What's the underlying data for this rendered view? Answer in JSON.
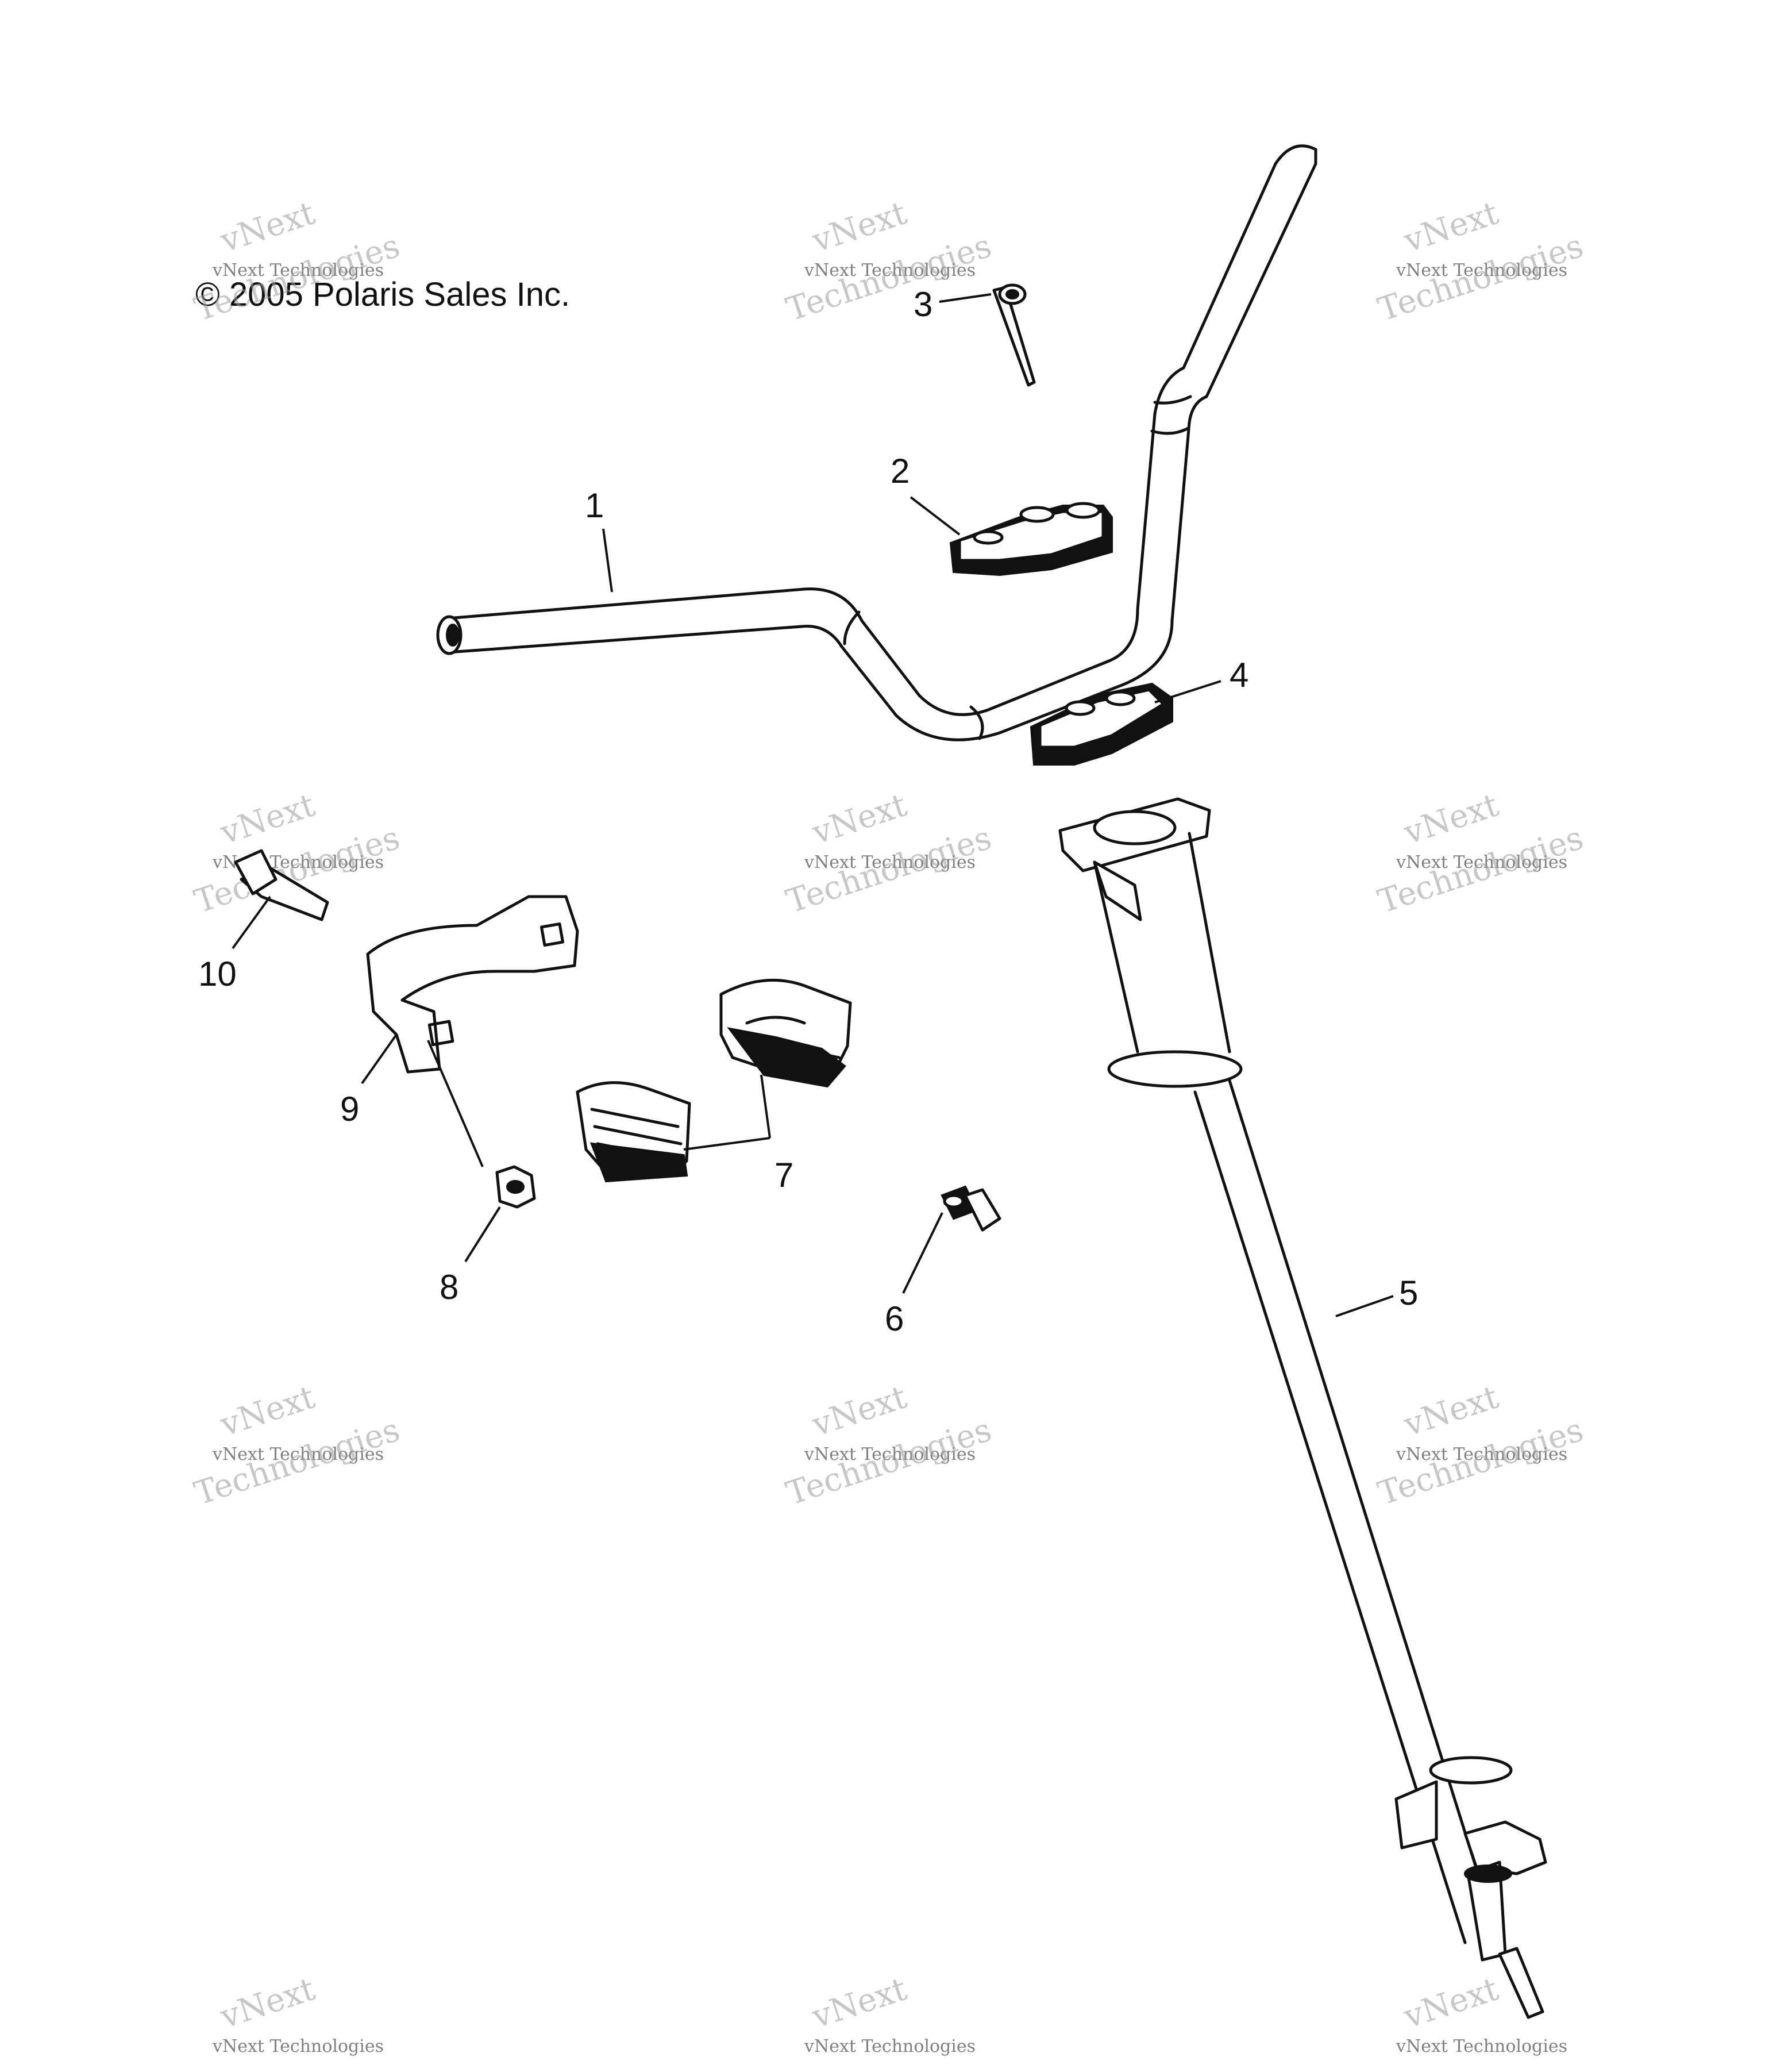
{
  "copyright": "© 2005 Polaris Sales Inc.",
  "watermark": {
    "line_top": "vNext",
    "line_mid": "vNext Technologies",
    "line_bottom": "Technologies"
  },
  "callouts": {
    "c1": "1",
    "c2": "2",
    "c3": "3",
    "c4": "4",
    "c5": "5",
    "c6": "6",
    "c7": "7",
    "c8": "8",
    "c9": "9",
    "c10": "10"
  }
}
